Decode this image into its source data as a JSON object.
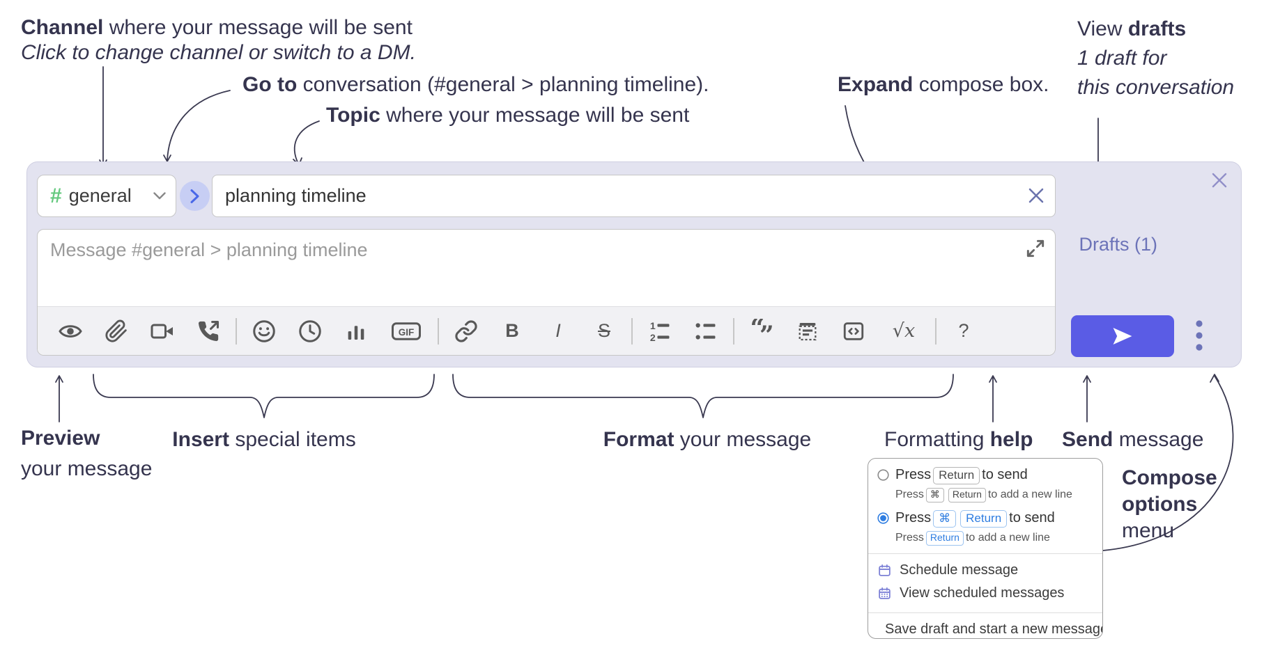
{
  "annotations": {
    "channel": {
      "bold": "Channel",
      "rest": " where your message will be sent",
      "sub": "Click to change channel or switch to a DM."
    },
    "goto": {
      "bold": "Go to",
      "rest": " conversation (#general > planning timeline)."
    },
    "topic": {
      "bold": "Topic",
      "rest": " where your message will be sent"
    },
    "expand": {
      "bold": "Expand",
      "rest": " compose box."
    },
    "drafts": {
      "pre": "View ",
      "bold": "drafts",
      "line2": "1 draft for",
      "line3": "this conversation"
    },
    "preview": {
      "bold": "Preview",
      "line2": "your message"
    },
    "insert": {
      "bold": "Insert",
      "rest": " special items"
    },
    "format": {
      "bold": "Format",
      "rest": " your message"
    },
    "help": {
      "pre": "Formatting ",
      "bold": "help"
    },
    "send": {
      "bold": "Send",
      "rest": " message"
    },
    "compose_options": {
      "line1": "Compose",
      "line2": "options",
      "line3": "menu"
    }
  },
  "compose": {
    "channel_selector": {
      "hash": "#",
      "label": "general"
    },
    "topic_input": {
      "value": "planning timeline"
    },
    "message_input": {
      "placeholder": "Message #general > planning timeline"
    },
    "drafts_link": "Drafts (1)",
    "toolbar": {
      "gif": "GIF",
      "bold": "B",
      "italic": "I",
      "strike": "S",
      "math": "√x",
      "help": "?"
    }
  },
  "popup": {
    "option1": {
      "press": "Press",
      "kbd": "Return",
      "suffix": "to send",
      "sub_pre": "Press",
      "sub_kbd1": "⌘",
      "sub_kbd2": "Return",
      "sub_suffix": "to add a new line"
    },
    "option2": {
      "press": "Press",
      "kbd1": "⌘",
      "kbd2": "Return",
      "suffix": "to send",
      "sub_pre": "Press",
      "sub_kbd": "Return",
      "sub_suffix": "to add a new line"
    },
    "items": [
      {
        "label": "Schedule message"
      },
      {
        "label": "View scheduled messages"
      },
      {
        "label": "Save draft and start a new message"
      }
    ]
  },
  "colors": {
    "compose_bg": "#e3e3f0",
    "send_button": "#5a5ce5",
    "links": "#6c73b8",
    "channel_hash": "#65c97f",
    "goto_circle": "#c7cef4",
    "goto_chevron": "#4968e8",
    "kbd_active": "#2e7de1",
    "popup_icon": "#7c80d6",
    "annotation_text": "#35344e"
  }
}
